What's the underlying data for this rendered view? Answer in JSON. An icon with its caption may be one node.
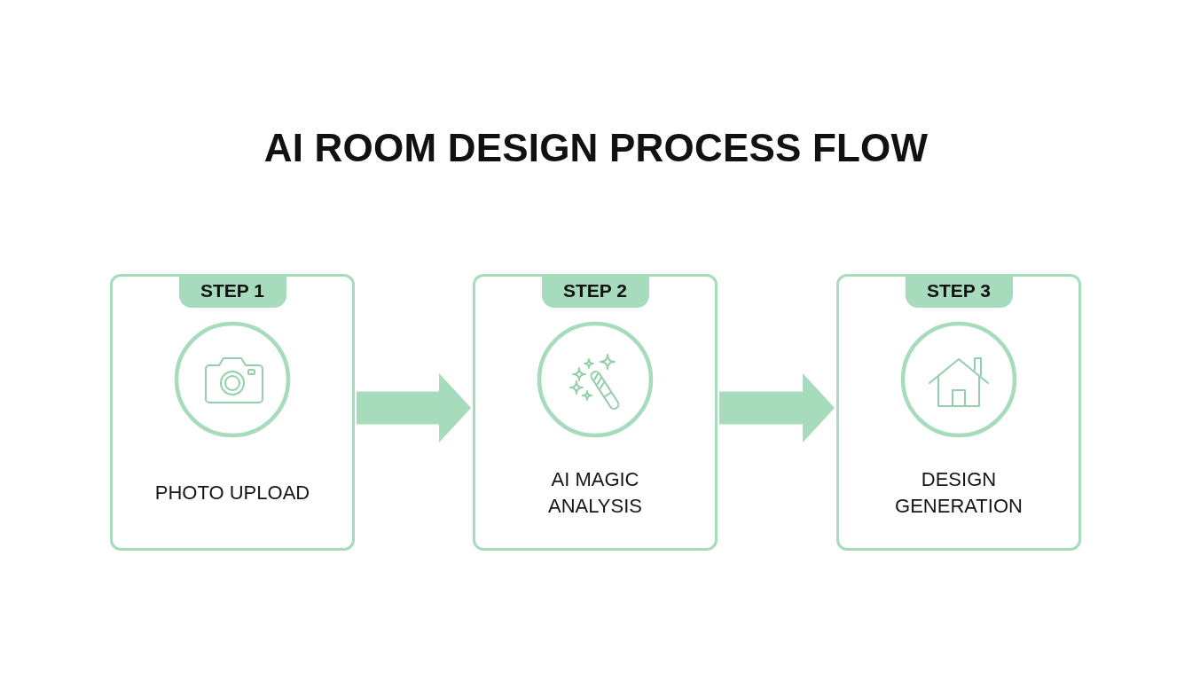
{
  "diagram": {
    "title": "AI ROOM DESIGN PROCESS FLOW",
    "nodes": [
      {
        "text": [
          "STEP 1",
          "PHOTO UPLOAD"
        ]
      },
      {
        "text": [
          "STEP 2",
          "AI MAGIC ANALYSIS"
        ]
      },
      {
        "text": [
          "STEP 3",
          "DESIGN GENERATION"
        ]
      }
    ],
    "edges": [
      {
        "from": 0,
        "to": 1,
        "arrow": "to"
      },
      {
        "from": 1,
        "to": 2,
        "arrow": "to"
      }
    ]
  }
}
